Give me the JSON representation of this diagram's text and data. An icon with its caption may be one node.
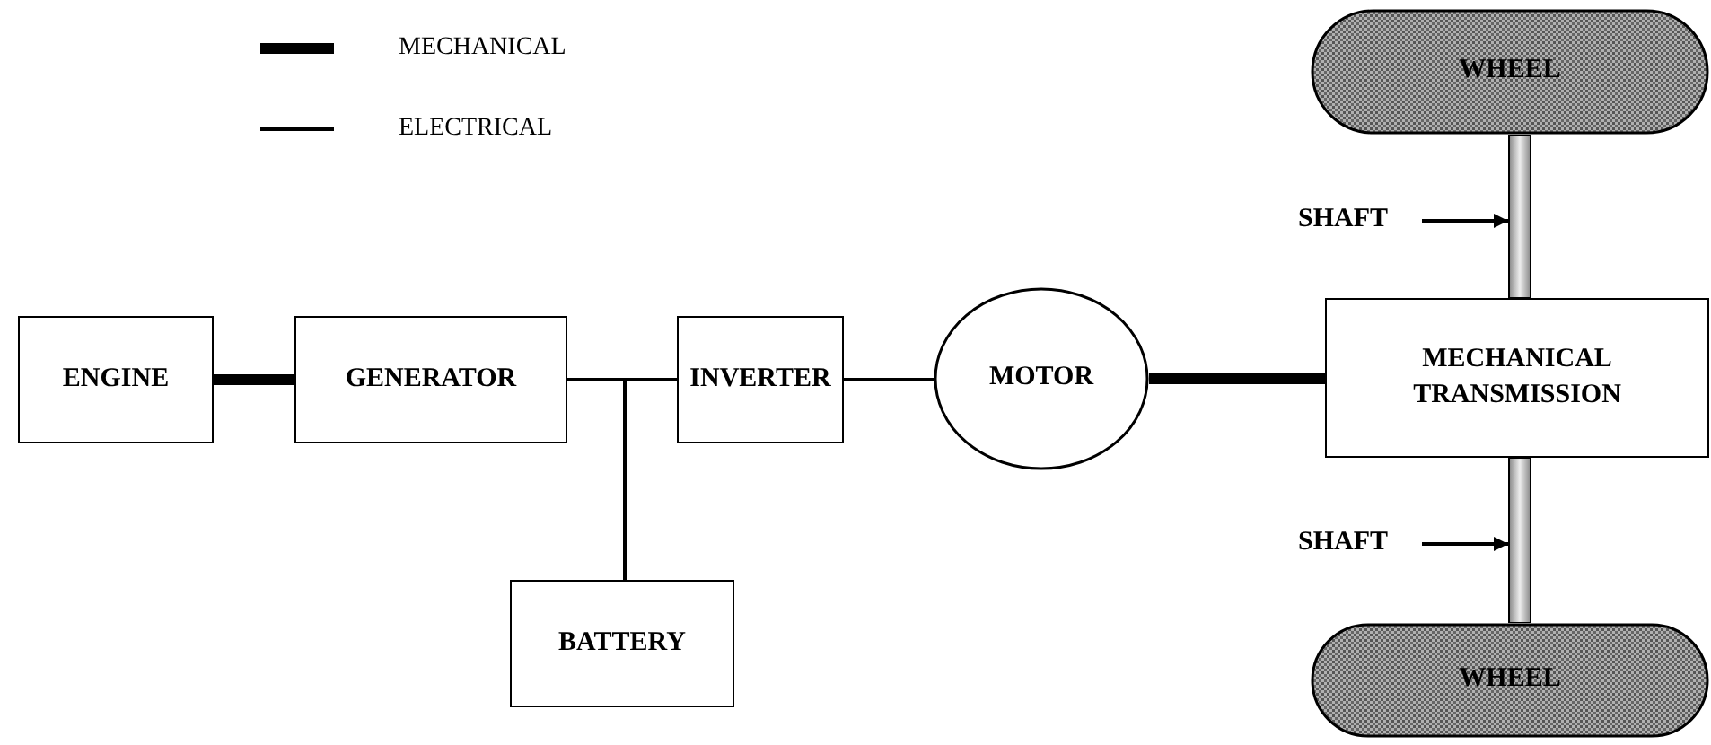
{
  "diagram": {
    "nodes": [
      {
        "text": [
          "WHEEL"
        ]
      },
      {
        "text": [
          "SHAFT"
        ]
      },
      {
        "text": [],
        "shape": "bar"
      },
      {
        "text": [
          "ENGINE"
        ]
      },
      {
        "text": [
          "GENERATOR"
        ]
      },
      {
        "text": [
          "INVERTER"
        ]
      },
      {
        "text": [
          "MOTOR"
        ]
      },
      {
        "text": [
          "MECHANICAL TRANSMISSION"
        ]
      },
      {
        "text": [
          "SHAFT"
        ]
      },
      {
        "text": [],
        "shape": "bar"
      },
      {
        "text": [
          "BATTERY"
        ]
      },
      {
        "text": [
          "WHEEL"
        ]
      }
    ],
    "edges": [
      {
        "from": 3,
        "to": 4,
        "arrow": "none",
        "style": "thick"
      },
      {
        "from": 10,
        "to": 4,
        "arrow": "none"
      },
      {
        "from": 10,
        "to": 5,
        "arrow": "none"
      },
      {
        "from": 5,
        "to": 6,
        "arrow": "none"
      },
      {
        "from": 6,
        "to": 7,
        "arrow": "none",
        "style": "thick"
      },
      {
        "from": 1,
        "to": 2,
        "arrow": "to"
      },
      {
        "from": 8,
        "to": 9,
        "arrow": "to"
      }
    ],
    "legend": [
      {
        "text": "MECHANICAL"
      },
      {
        "text": "ELECTRICAL"
      }
    ]
  }
}
